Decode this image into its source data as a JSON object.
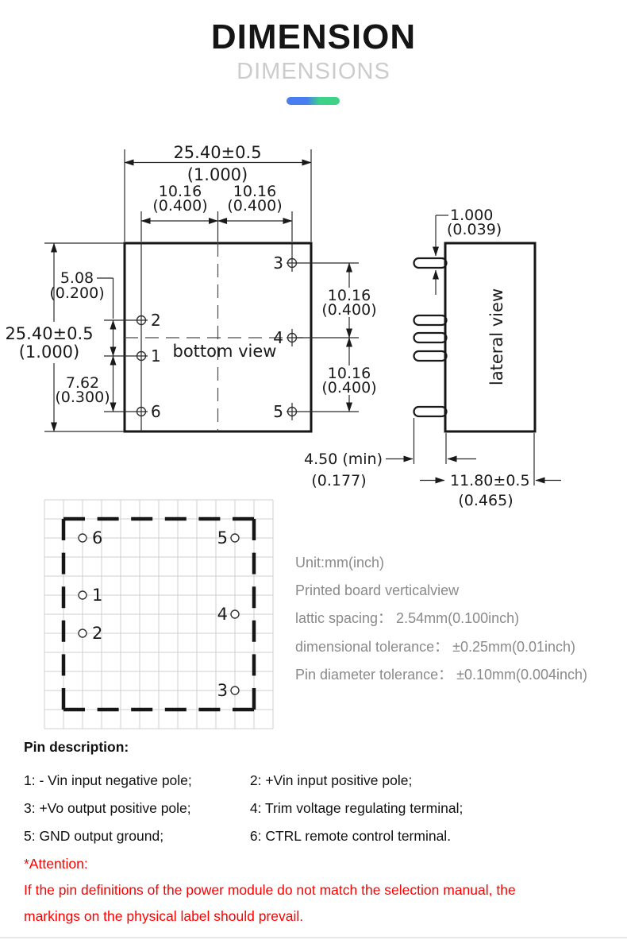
{
  "header": {
    "title": "DIMENSION",
    "subtitle": "DIMENSIONS"
  },
  "drawing": {
    "bottom_view_label": "bottom view",
    "lateral_view_label": "lateral view",
    "pins": {
      "p1": "1",
      "p2": "2",
      "p3": "3",
      "p4": "4",
      "p5": "5",
      "p6": "6"
    },
    "dims": {
      "body_width": {
        "mm": "25.40±0.5",
        "in": "(1.000)"
      },
      "pitch_top_left": {
        "mm": "10.16",
        "in": "(0.400)"
      },
      "pitch_top_right": {
        "mm": "10.16",
        "in": "(0.400)"
      },
      "body_height": {
        "mm": "25.40±0.5",
        "in": "(1.000)"
      },
      "pin2_offset": {
        "mm": "5.08",
        "in": "(0.200)"
      },
      "pitch_1_6": {
        "mm": "7.62",
        "in": "(0.300)"
      },
      "pitch_3_4": {
        "mm": "10.16",
        "in": "(0.400)"
      },
      "pitch_4_5": {
        "mm": "10.16",
        "in": "(0.400)"
      },
      "pin_diameter": {
        "mm": "1.000",
        "in": "(0.039)"
      },
      "pin_length": {
        "mm": "4.50 (min)",
        "in": "(0.177)"
      },
      "body_depth": {
        "mm": "11.80±0.5",
        "in": "(0.465)"
      }
    }
  },
  "board_view": {
    "notes": [
      "Unit:mm(inch)",
      "Printed board verticalview",
      "lattic spacing： 2.54mm(0.100inch)",
      "dimensional tolerance： ±0.25mm(0.01inch)",
      "Pin diameter tolerance： ±0.10mm(0.004inch)"
    ]
  },
  "pin_description": {
    "heading": "Pin description:",
    "rows": [
      [
        "1: - Vin input negative pole;",
        "2: +Vin input positive pole;"
      ],
      [
        "3: +Vo output positive pole;",
        "4: Trim voltage regulating terminal;"
      ],
      [
        "5: GND output ground;",
        "6: CTRL remote control terminal."
      ]
    ]
  },
  "attention": {
    "heading": "*Attention:",
    "lines": [
      "If the pin definitions of the power module do not match the selection manual, the",
      "markings on the physical label should prevail."
    ]
  },
  "colors": {
    "accent_from": "#4a7df0",
    "accent_to": "#3ed289",
    "attention_red": "#fe0000",
    "notes_gray": "#8a8a8a",
    "subtitle_gray": "#cccccc",
    "line_black": "#1a1a1a"
  }
}
